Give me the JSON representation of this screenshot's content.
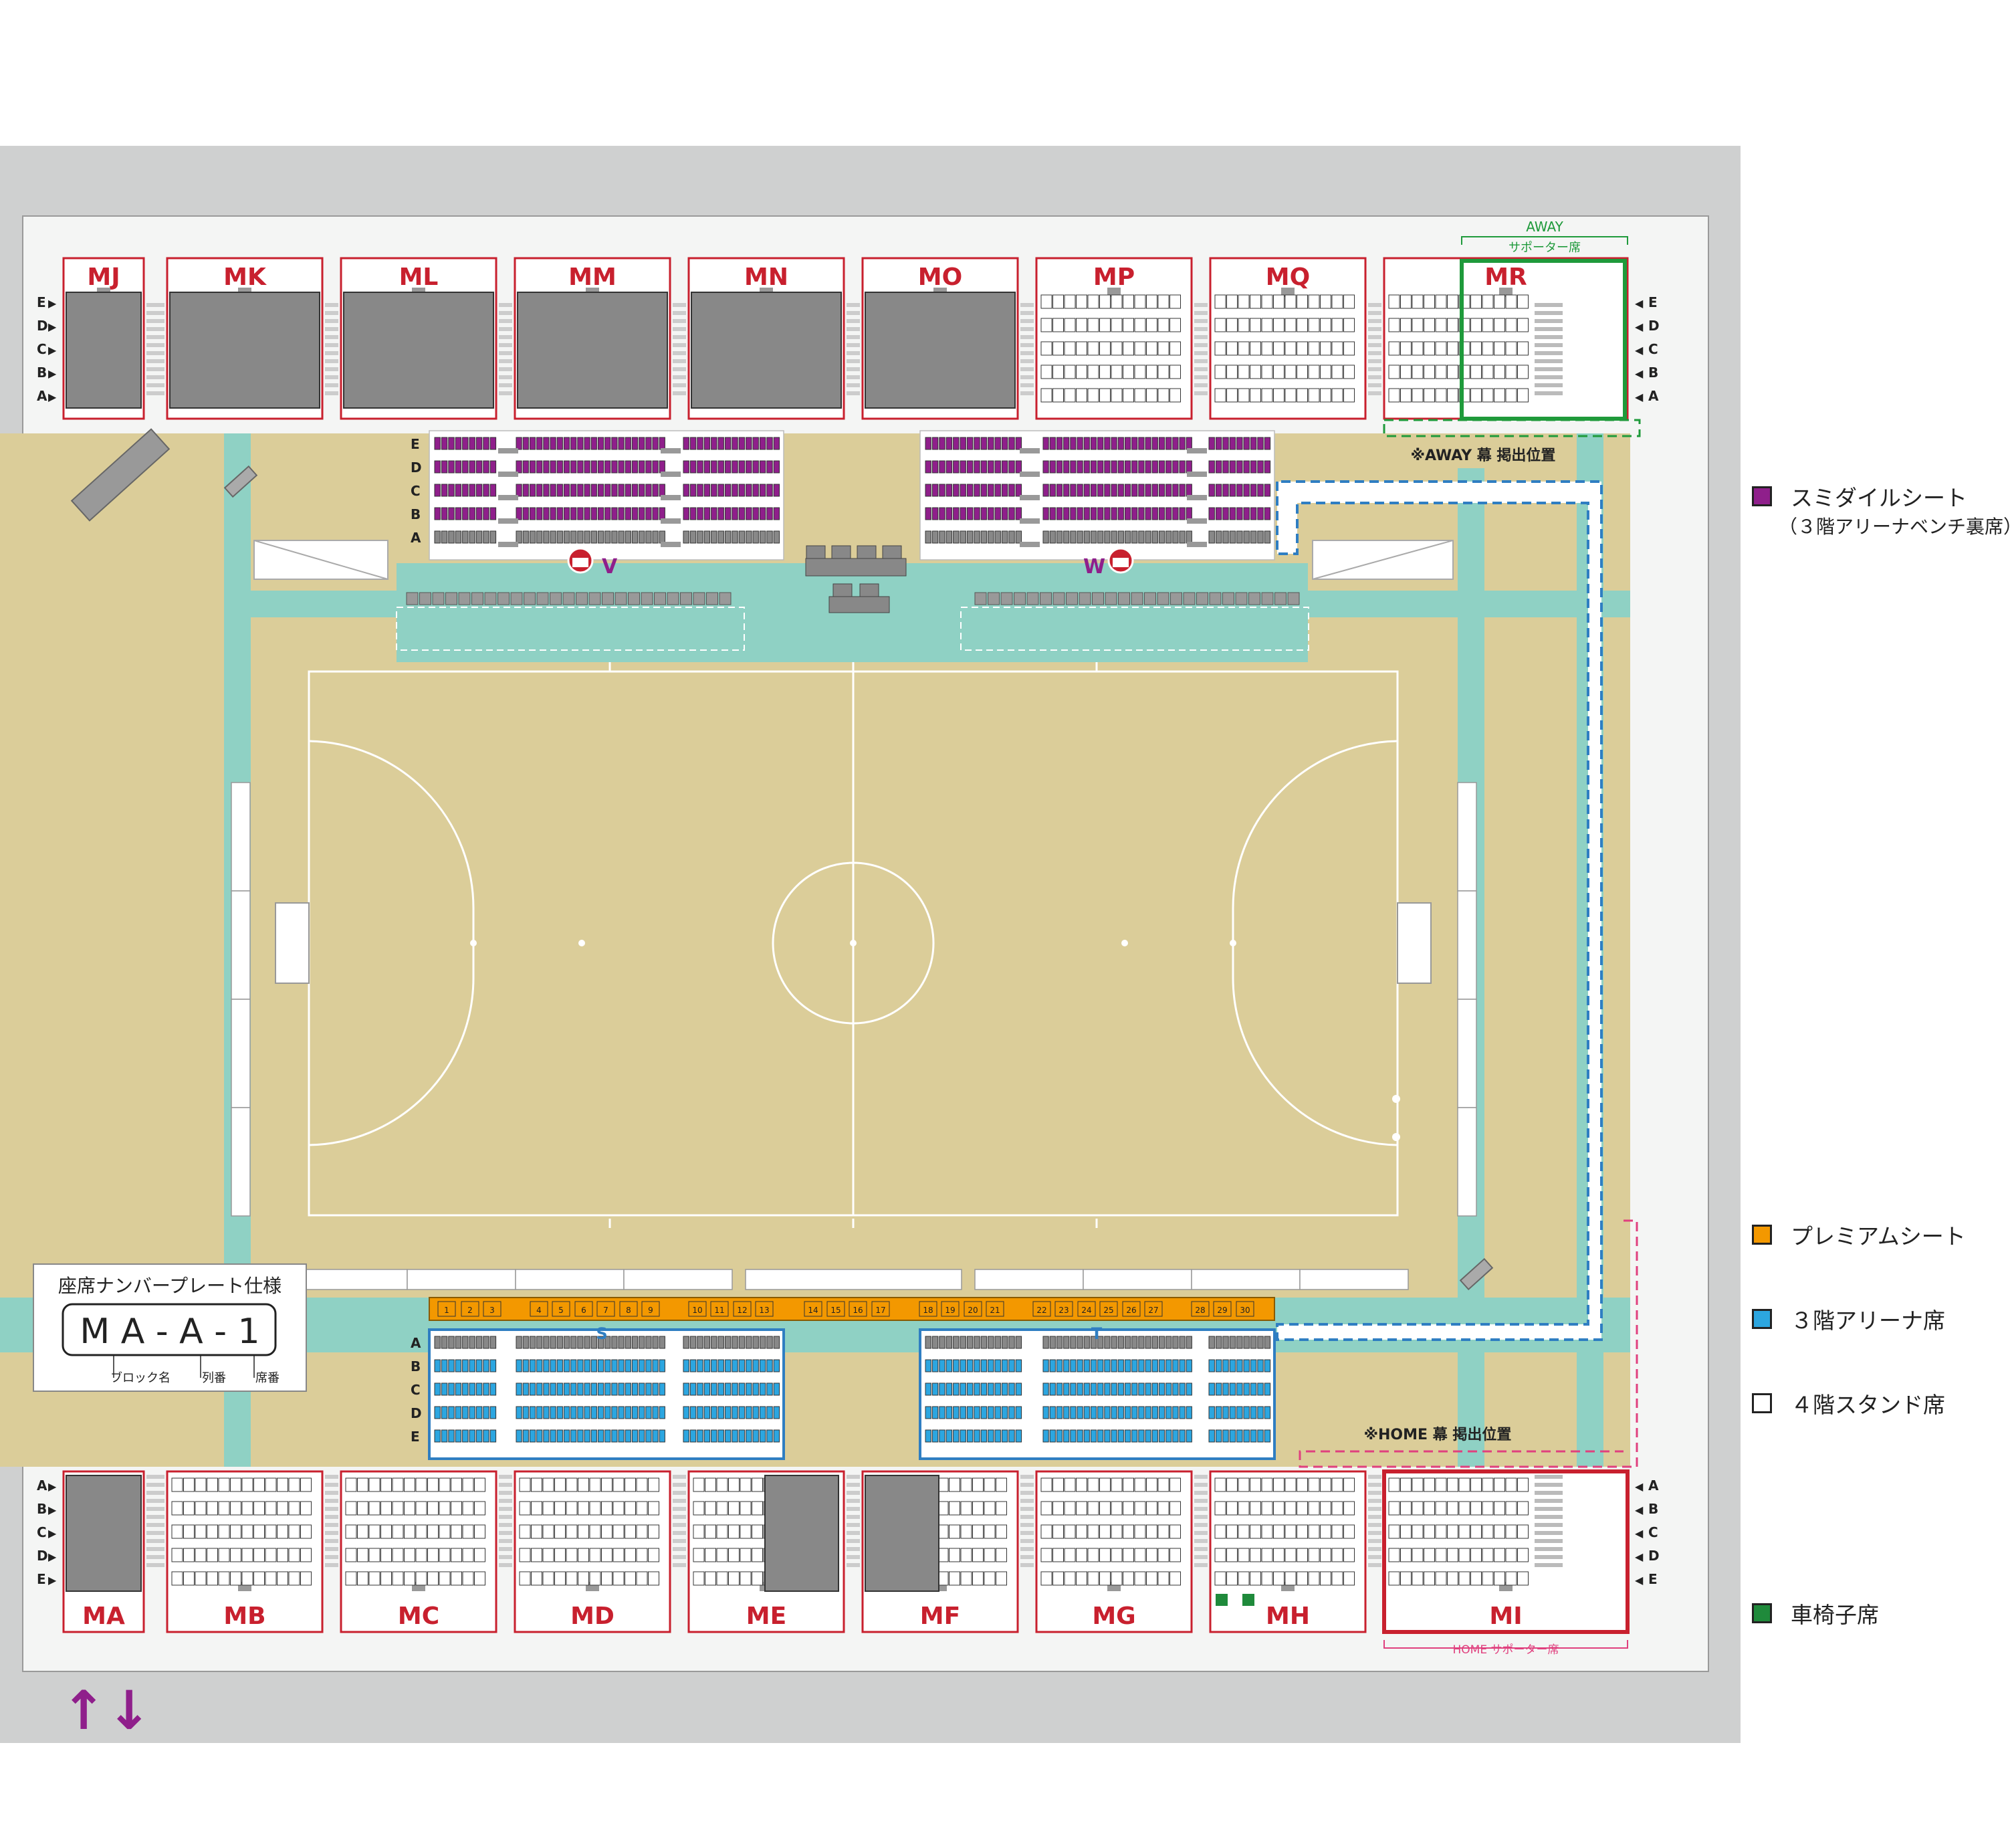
{
  "colors": {
    "bg_gray": "#cfd0d0",
    "floor": "#dbcd99",
    "teal": "#8fd1c4",
    "block_red": "#c8202e",
    "closed": "#888888",
    "purple": "#8f1f8b",
    "premium": "#f39800",
    "arena3f": "#2ca6e0",
    "wheelchair": "#1f8a3b",
    "away_green": "#1f9a3b",
    "home_pink": "#e0407e",
    "lane_blue": "#2f7ec2"
  },
  "upper_rows": [
    "E",
    "D",
    "C",
    "B",
    "A"
  ],
  "lower_rows": [
    "A",
    "B",
    "C",
    "D",
    "E"
  ],
  "upper_blocks": [
    "MJ",
    "MK",
    "ML",
    "MM",
    "MN",
    "MO",
    "MP",
    "MQ",
    "MR"
  ],
  "lower_blocks": [
    "MA",
    "MB",
    "MC",
    "MD",
    "ME",
    "MF",
    "MG",
    "MH",
    "MI"
  ],
  "away": {
    "label": "AWAY",
    "sub": "サポーター席",
    "banner": "※AWAY 幕 掲出位置"
  },
  "home": {
    "sub": "HOME サポーター席",
    "banner": "※HOME 幕 掲出位置"
  },
  "bench_labels": {
    "v": "V",
    "w": "W",
    "s": "S",
    "t": "T"
  },
  "premium_numbers": [
    "1",
    "2",
    "3",
    "4",
    "5",
    "6",
    "7",
    "8",
    "9",
    "10",
    "11",
    "12",
    "13",
    "14",
    "15",
    "16",
    "17",
    "18",
    "19",
    "20",
    "21",
    "22",
    "23",
    "24",
    "25",
    "26",
    "27",
    "28",
    "29",
    "30"
  ],
  "plate": {
    "title": "座席ナンバープレート仕様",
    "code": "M A - A - 1",
    "parts": [
      "ブロック名",
      "列番",
      "席番"
    ]
  },
  "legend": {
    "sumidairu": "スミダイルシート",
    "sumidairu_sub": "（３階アリーナベンチ裏席）",
    "premium": "プレミアムシート",
    "arena3f": "３階アリーナ席",
    "stand4f": "４階スタンド席",
    "wheelchair": "車椅子席"
  },
  "arrows": {
    "up": "↑",
    "down": "↓"
  }
}
